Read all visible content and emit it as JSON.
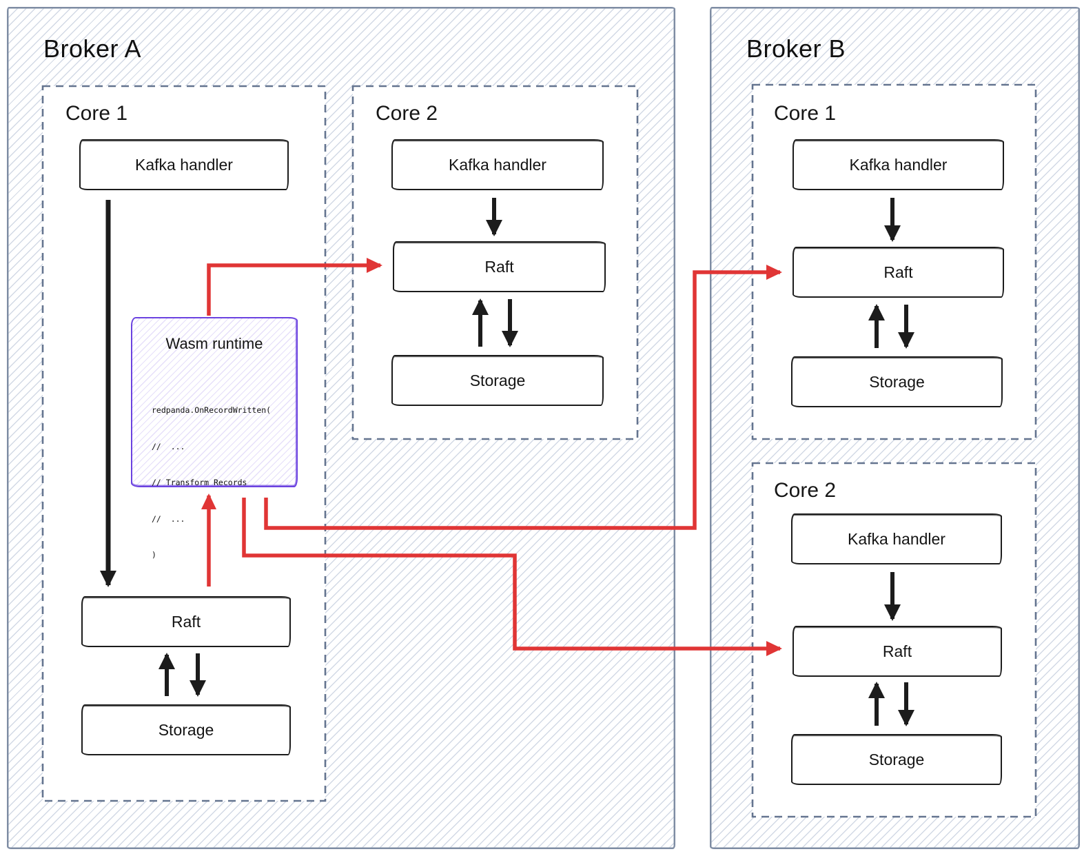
{
  "colors": {
    "arrow_red": "#e03535",
    "wasm_purple": "#6b42e0",
    "frame_border": "#7e8ca3",
    "core_dashed_border": "#64748f",
    "hatch_line": "#d2d9e5",
    "box_border": "#1b1b1b"
  },
  "brokers": [
    {
      "title": "Broker A",
      "cores": [
        {
          "label": "Core 1",
          "boxes": [
            "Kafka handler",
            "Raft",
            "Storage"
          ]
        },
        {
          "label": "Core 2",
          "boxes": [
            "Kafka handler",
            "Raft",
            "Storage"
          ]
        }
      ],
      "wasm": {
        "title": "Wasm runtime",
        "code": [
          "redpanda.OnRecordWritten(",
          "//  ...",
          "// Transform Records",
          "//  ...",
          ")"
        ]
      }
    },
    {
      "title": "Broker B",
      "cores": [
        {
          "label": "Core 1",
          "boxes": [
            "Kafka handler",
            "Raft",
            "Storage"
          ]
        },
        {
          "label": "Core 2",
          "boxes": [
            "Kafka handler",
            "Raft",
            "Storage"
          ]
        }
      ]
    }
  ],
  "edges": [
    {
      "from": "broker-a-core1-kafka-handler",
      "to": "broker-a-core1-raft",
      "color": "black"
    },
    {
      "from": "broker-a-core2-kafka-handler",
      "to": "broker-a-core2-raft",
      "color": "black"
    },
    {
      "from": "broker-b-core1-kafka-handler",
      "to": "broker-b-core1-raft",
      "color": "black"
    },
    {
      "from": "broker-b-core2-kafka-handler",
      "to": "broker-b-core2-raft",
      "color": "black"
    },
    {
      "from": "broker-a-core1-raft",
      "to": "broker-a-core1-storage",
      "color": "black",
      "bidirectional": true
    },
    {
      "from": "broker-a-core2-raft",
      "to": "broker-a-core2-storage",
      "color": "black",
      "bidirectional": true
    },
    {
      "from": "broker-b-core1-raft",
      "to": "broker-b-core1-storage",
      "color": "black",
      "bidirectional": true
    },
    {
      "from": "broker-b-core2-raft",
      "to": "broker-b-core2-storage",
      "color": "black",
      "bidirectional": true
    },
    {
      "from": "broker-a-core1-raft",
      "to": "broker-a-wasm-runtime",
      "color": "red"
    },
    {
      "from": "broker-a-wasm-runtime",
      "to": "broker-a-core2-raft",
      "color": "red"
    },
    {
      "from": "broker-a-wasm-runtime",
      "to": "broker-b-core1-raft",
      "color": "red"
    },
    {
      "from": "broker-a-wasm-runtime",
      "to": "broker-b-core2-raft",
      "color": "red"
    }
  ]
}
